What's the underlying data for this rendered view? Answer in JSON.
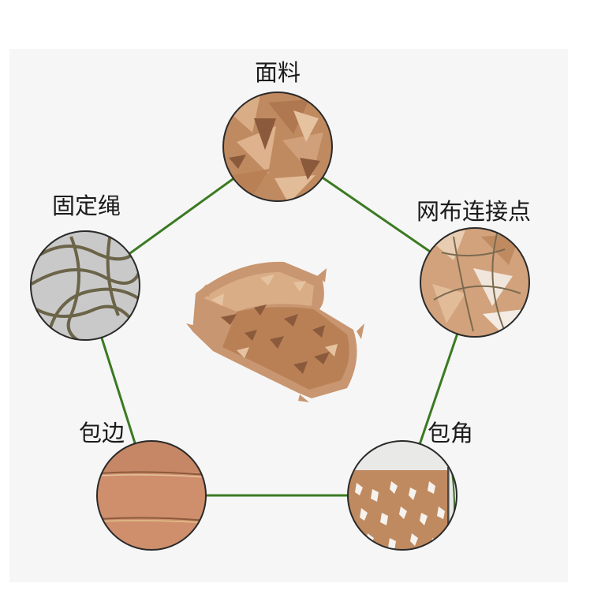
{
  "colors": {
    "connector": "#3b7a22",
    "node_border": "#2a2a2a",
    "panel": "#f6f6f6",
    "camo_light": "#d9ad86",
    "camo_mid": "#c08a60",
    "camo_dark": "#8b5a3c"
  },
  "center": {
    "image": "folded-camouflage-net"
  },
  "nodes": [
    {
      "label": "面料",
      "image": "fabric-leaf-closeup"
    },
    {
      "label": "网布连接点",
      "image": "mesh-connection-closeup"
    },
    {
      "label": "包角",
      "image": "corner-binding-closeup"
    },
    {
      "label": "包边",
      "image": "edge-binding-closeup"
    },
    {
      "label": "固定绳",
      "image": "fixing-rope-closeup"
    }
  ]
}
